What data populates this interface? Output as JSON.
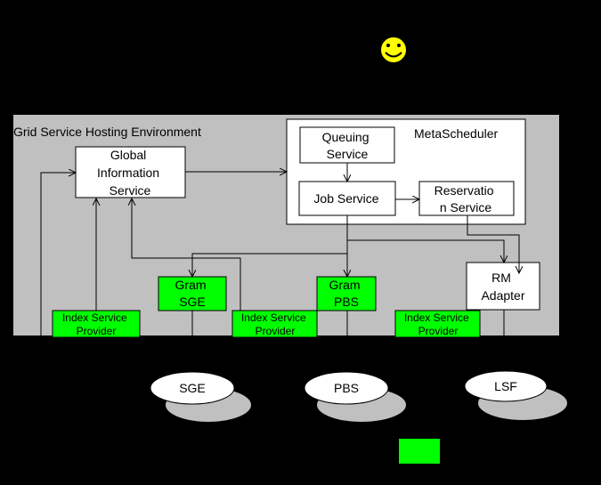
{
  "colors": {
    "background": "#000000",
    "hosting_area": "#c0c0c0",
    "box_white": "#ffffff",
    "box_green": "#00ff00",
    "smiley": "#ffff00",
    "cluster_shadow": "#c0c0c0"
  },
  "icons": {
    "smiley": "smiley-face-icon"
  },
  "environment": {
    "title": "Grid Service Hosting Environment"
  },
  "metascheduler": {
    "title": "MetaScheduler",
    "queuing": [
      "Queuing",
      "Service"
    ],
    "job": [
      "Job Service"
    ],
    "reservation": [
      "Reservatio",
      "n Service"
    ]
  },
  "gis": {
    "lines": [
      "Global",
      "Information",
      "Service"
    ]
  },
  "rm_adapter": {
    "lines": [
      "RM",
      "Adapter"
    ]
  },
  "gram_sge": {
    "lines": [
      "Gram",
      "SGE"
    ]
  },
  "gram_pbs": {
    "lines": [
      "Gram",
      "PBS"
    ]
  },
  "index_providers": [
    {
      "lines": [
        "Index Service",
        "Provider"
      ]
    },
    {
      "lines": [
        "Index Service",
        "Provider"
      ]
    },
    {
      "lines": [
        "Index Service",
        "Provider"
      ]
    }
  ],
  "clusters": [
    {
      "label": "SGE"
    },
    {
      "label": "PBS"
    },
    {
      "label": "LSF"
    }
  ]
}
